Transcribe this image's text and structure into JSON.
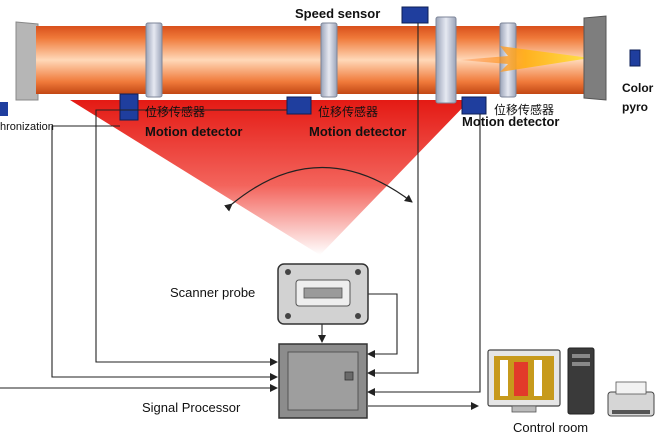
{
  "labels": {
    "speed_sensor": "Speed sensor",
    "sync_partial": "hronization",
    "color_partial": "Color",
    "pyro_partial": "pyro",
    "motion_cn": "位移传感器",
    "motion_en": "Motion detector",
    "scanner_probe": "Scanner probe",
    "signal_processor": "Signal Processor",
    "control_room": "Control room"
  },
  "colors": {
    "kiln_orange": "#f07a3a",
    "kiln_highlight": "#ffd8b8",
    "scan_red": "#e41a14",
    "sensor_blue": "#1f3e9e",
    "box_gray": "#8c8c8c",
    "line": "#222222"
  }
}
